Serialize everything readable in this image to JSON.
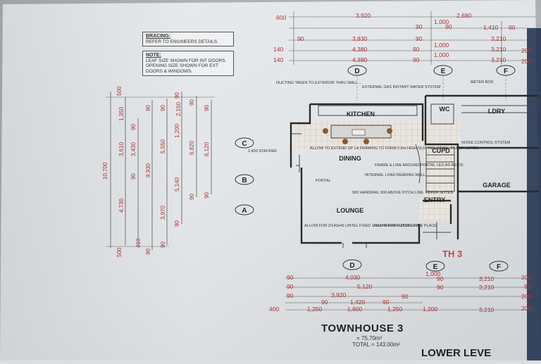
{
  "notes": {
    "bracing_title": "BRACING:",
    "bracing_text": "REFER TO ENGINEERS DETAILS.",
    "note_title": "NOTE:",
    "note_text": "LEAF SIZE SHOWN FOR INT DOORS. OPENING SIZE SHOWN FOR EXT DOORS & WINDOWS."
  },
  "grid_bubbles": {
    "top": [
      "D",
      "E",
      "F"
    ],
    "bottom": [
      "D",
      "E",
      "F"
    ],
    "left": [
      "C",
      "B",
      "A"
    ]
  },
  "rooms": {
    "kitchen": "KITCHEN",
    "wc": "WC",
    "ldry": "LDRY",
    "dining": "DINING",
    "cupd": "CUPD",
    "garage": "GARAGE",
    "lounge": "LOUNGE",
    "entry": "ENTRY"
  },
  "top_dims": {
    "row1": [
      "600",
      "3,920",
      "2,680"
    ],
    "row2": [
      "90",
      "1,000",
      "90",
      "1,410",
      "90"
    ],
    "row3": [
      "90",
      "3,830",
      "90",
      "3,210"
    ],
    "row4": [
      "140",
      "4,380",
      "90",
      "1,000",
      "3,210",
      "205"
    ],
    "row5": [
      "140",
      "4,380",
      "90",
      "1,000",
      "3,210",
      "205"
    ]
  },
  "bottom_dims": {
    "row1": [
      "90",
      "4,030",
      "1,000",
      "90",
      "3,210",
      "205"
    ],
    "row2": [
      "90",
      "5,120",
      "90",
      "3,210",
      "90"
    ],
    "row3": [
      "90",
      "3,920",
      "90",
      "205"
    ],
    "row4": [
      "90",
      "1,420",
      "90"
    ],
    "row5": [
      "400",
      "1,250",
      "1,600",
      "1,250",
      "1,200",
      "3,210",
      "205"
    ]
  },
  "left_dims": {
    "col1": [
      "500",
      "10,700",
      "500"
    ],
    "col2": [
      "1,350",
      "3,610",
      "4,730"
    ],
    "col3": [
      "90",
      "3,430",
      "90",
      "410"
    ],
    "col4": [
      "90",
      "9,930",
      "90"
    ],
    "col5": [
      "90",
      "5,550",
      "3,970",
      "90"
    ],
    "col6": [
      "90",
      "1,200",
      "5,140",
      "90"
    ],
    "col7": [
      "2,150",
      "90",
      "6,820",
      "90"
    ],
    "col8": [
      "90",
      "6,120",
      "90"
    ]
  },
  "annotations": {
    "ducting": "DUCTING TAKEN TO EXTERIOR THRU WALL ...",
    "gas": "EXTERNAL GAS INSTANT WATER SYSTEM",
    "meter": "METER BOX",
    "stacker": "2,400 STACKER",
    "allow_extend": "ALLOW TO EXTEND UP LA FRAMING TO FORM 0.8m HIGH SLOPING H/RAIL. REFER NOTES",
    "portal": "FRAME & LINE AROUND PORTAL LEG AS REQ'D",
    "bearing": "INTERNAL LOAD BEARING WALL",
    "handrail": "900 HANDRAIL 900 ABOVE PITCH LINE. REFER NOTES",
    "noise": "NOISE CONTROL SYSTEM",
    "allow_fire": "ALLOW FOR FUTURE FIRE PLACE",
    "allow_lintel": "ALLOW FOR 2/140x45 LINTEL FIXED 1.00m FROM FLOOR LEVEL",
    "portal_left": "PORTAL"
  },
  "title": {
    "th3": "TH 3",
    "name": "TOWNHOUSE 3",
    "area": "= 75.70m²",
    "total": "TOTAL = 143.00m²",
    "level": "LOWER LEVE"
  }
}
